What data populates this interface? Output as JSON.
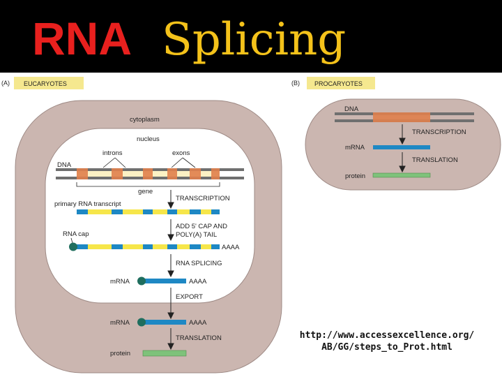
{
  "title": {
    "word1": "RNA",
    "word2": "Splicing"
  },
  "colors": {
    "title_red": "#e8201e",
    "title_yellow": "#f4c21a",
    "cytoplasm": "#cbb6b0",
    "nucleus": "#ffffff",
    "exon": "#e07f4d",
    "intron": "#fbf1c4",
    "mrna": "#1e88c4",
    "intron_rna": "#f6e64a",
    "cap": "#1f6e5e",
    "protein": "#7ec27a",
    "header_badge": "#f5e88f"
  },
  "panel_a": {
    "label": "(A)",
    "header": "EUCARYOTES",
    "cytoplasm_label": "cytoplasm",
    "nucleus_label": "nucleus",
    "introns_label": "introns",
    "exons_label": "exons",
    "dna_label": "DNA",
    "gene_label": "gene",
    "primary_transcript_label": "primary RNA transcript",
    "rna_cap_label": "RNA cap",
    "mrna_label_1": "mRNA",
    "mrna_label_2": "mRNA",
    "protein_label": "protein",
    "poly_a_1": "AAAA",
    "poly_a_2": "AAAA",
    "poly_a_3": "AAAA",
    "steps": {
      "transcription": "TRANSCRIPTION",
      "cap_tail_1": "ADD 5' CAP AND",
      "cap_tail_2": "POLY(A) TAIL",
      "splicing": "RNA SPLICING",
      "export": "EXPORT",
      "translation": "TRANSLATION"
    }
  },
  "panel_b": {
    "label": "(B)",
    "header": "PROCARYOTES",
    "dna_label": "DNA",
    "mrna_label": "mRNA",
    "protein_label": "protein",
    "steps": {
      "transcription": "TRANSCRIPTION",
      "translation": "TRANSLATION"
    }
  },
  "source_url": {
    "line1": "http://www.accessexcellence.org/",
    "line2": "AB/GG/steps_to_Prot.html"
  }
}
